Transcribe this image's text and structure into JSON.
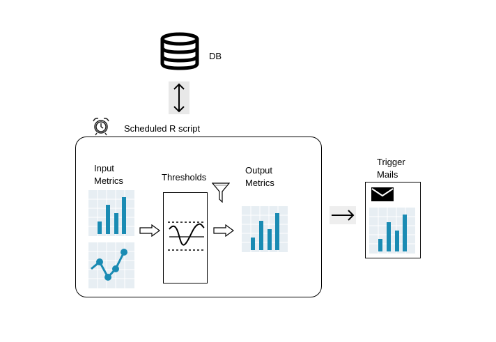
{
  "db": {
    "label": "DB"
  },
  "script": {
    "label": "Scheduled R script"
  },
  "input": {
    "label": "Input\nMetrics"
  },
  "thresholds": {
    "label": "Thresholds"
  },
  "output": {
    "label": "Output\nMetrics"
  },
  "trigger": {
    "label": "Trigger\nMails"
  },
  "colors": {
    "bar": "#1a8bb3",
    "tile": "#e7eef3",
    "line": "#1a8bb3"
  },
  "icons": [
    "database-icon",
    "double-arrow-icon",
    "alarm-clock-icon",
    "filter-funnel-icon",
    "hollow-arrow-icon",
    "right-arrow-icon",
    "envelope-icon",
    "bar-chart-icon",
    "line-chart-icon"
  ]
}
